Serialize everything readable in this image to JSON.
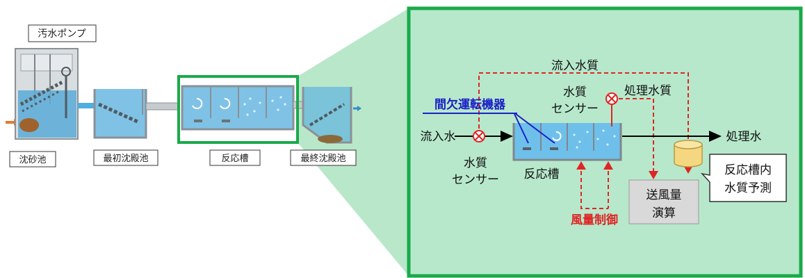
{
  "overview": {
    "pump_label": "汚水ポンプ",
    "grit_chamber_label": "沈砂池",
    "primary_tank_label": "最初沈殿池",
    "reaction_tank_label": "反応槽",
    "final_tank_label": "最終沈殿池"
  },
  "detail": {
    "influent_quality_label": "流入水質",
    "intermittent_equipment_label": "間欠運転機器",
    "quality_sensor_label_1": "水質",
    "quality_sensor_label_2": "センサー",
    "treated_quality_label": "処理水質",
    "influent_label": "流入水",
    "treated_water_label": "処理水",
    "lower_sensor_label_1": "水質",
    "lower_sensor_label_2": "センサー",
    "reaction_tank_label": "反応槽",
    "prediction_label_1": "反応槽内",
    "prediction_label_2": "水質予測",
    "blower_calc_label_1": "送風量",
    "blower_calc_label_2": "演算",
    "airflow_control_label": "風量制御"
  },
  "colors": {
    "accent_green": "#1aaa4a",
    "panel_bg": "#b7e8cb",
    "control_red": "#e02424",
    "equipment_blue": "#1a20c8",
    "water": "#6ec0ea"
  }
}
